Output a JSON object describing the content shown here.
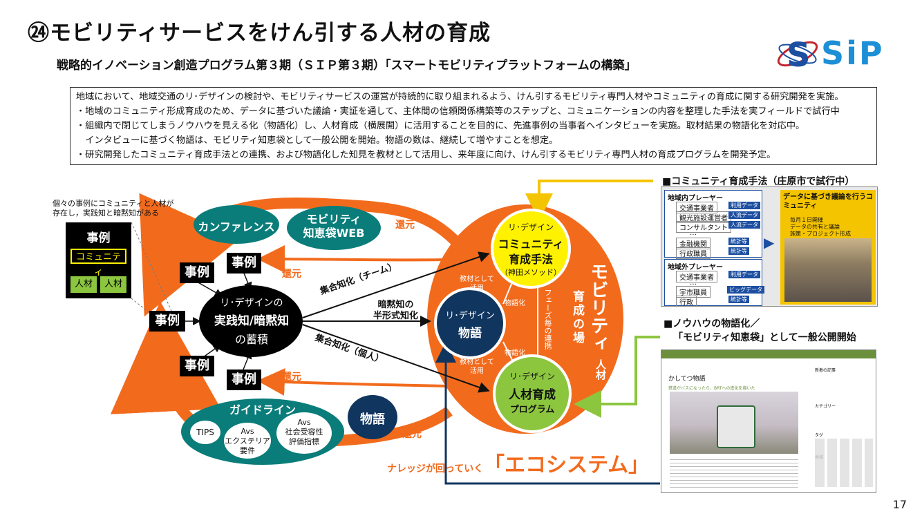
{
  "header": {
    "title": "㉔モビリティサービスをけん引する人材の育成",
    "subtitle": "戦略的イノベーション創造プログラム第３期（ＳＩＰ第３期）「スマートモビリティプラットフォームの構築」",
    "logo_text": "SiP"
  },
  "summary": {
    "lines": [
      "地域において、地域交通のリ･デザインの検討や、モビリティサービスの運営が持続的に取り組まれるよう、けん引するモビリティ専門人材やコミュニティの育成に関する研究開発を実施。",
      "・地域のコミュニティ形成育成のため、データに基づいた議論・実証を通して、主体間の信頼関係構築等のステップと、コミュニケーションの内容を整理した手法を実フィールドで試行中",
      "・組織内で閉じてしまうノウハウを見える化（物語化）し、人材育成（横展開）に活用することを目的に、先進事例の当事者へインタビューを実施。取材結果の物語化を対応中。",
      "　インタビューに基づく物語は、モビリティ知恵袋として一般公開を開始。物語の数は、継続して増やすことを想定。",
      "・研究開発したコミュニティ育成手法との連携、および物語化した知見を教材として活用し、来年度に向け、けん引するモビリティ専門人材の育成プログラムを開発予定。"
    ]
  },
  "diagram": {
    "note": "個々の事例にコミュニティと人材が存在し，実践知と暗黙知がある",
    "case_label": "事例",
    "case_box": {
      "title": "事例",
      "community": "コミュニティ",
      "person": "人材"
    },
    "conference": "カンファレンス",
    "mobility_web": "モビリティ\n知恵袋WEB",
    "kangen": "還元",
    "center": {
      "line1": "リ･デザインの",
      "line2": "実践知/暗黙知",
      "line3": "の蓄積"
    },
    "flow_team": "集合知化（チーム）",
    "flow_semi": "暗黙知の\n半形式知化",
    "flow_individual": "集合知化（個人）",
    "community_method": {
      "line1": "リ･デザイン",
      "line2": "コミュニティ",
      "line3": "育成手法",
      "line4": "（神田メソッド）"
    },
    "story": {
      "line1": "リ･デザイン",
      "line2": "物語"
    },
    "program": {
      "line1": "リ･デザイン",
      "line2": "人材育成",
      "line3": "プログラム"
    },
    "material_use": "教材として\n活用",
    "storify": "物語化",
    "phase_link": "フェーズ毎の連携",
    "ba": "育成の場",
    "mobility_vertical": "モビリティ",
    "jinzai_vertical": "人材",
    "guideline": "ガイドライン",
    "tips": "TIPS",
    "avs_exterior": "Avs\nエクステリア\n要件",
    "avs_social": "Avs\n社会受容性\n評価指標",
    "monogatari": "物語",
    "ecosystem_pre": "ナレッジが回っていく",
    "ecosystem": "「エコシステム」"
  },
  "right_panel": {
    "community_title": "■コミュニティ育成手法（庄原市で試行中）",
    "inner_title": "地域内プレーヤー",
    "outer_title": "地域外プレーヤー",
    "inner_items": [
      "交通事業者",
      "観光施設運営者",
      "コンサルタント",
      "…",
      "金融機関",
      "行政職員"
    ],
    "inner_tags": [
      "利用データ",
      "人流データ",
      "人流データ",
      "統計等",
      "統計等"
    ],
    "outer_items": [
      "交通事業者",
      "…",
      "宇市職員",
      "行政"
    ],
    "outer_tags": [
      "利用データ",
      "ビッグデータ",
      "統計等"
    ],
    "yellow_title": "データに基づき議論を行うコミュニティ",
    "yellow_items": [
      "毎月１日開催",
      "データの共有と議論",
      "施策・プロジェクト形成"
    ],
    "knowhow_title1": "■ノウハウの物語化／",
    "knowhow_title2": "「モビリティ知恵袋」として一般公開開始",
    "web_heading": "かしてつ物語",
    "web_sub": "鉄道がバスになったら、BRTへの進化を描いた",
    "web_side_title1": "新着の記事",
    "web_side_title2": "カテゴリー",
    "web_side_title3": "タグ",
    "web_side_title4": "地域"
  },
  "page_number": "17",
  "colors": {
    "orange": "#f26b1d",
    "teal": "#0a7d7a",
    "navy": "#10355f",
    "yellow": "#fff200",
    "green": "#8cc63f",
    "black": "#000000"
  }
}
